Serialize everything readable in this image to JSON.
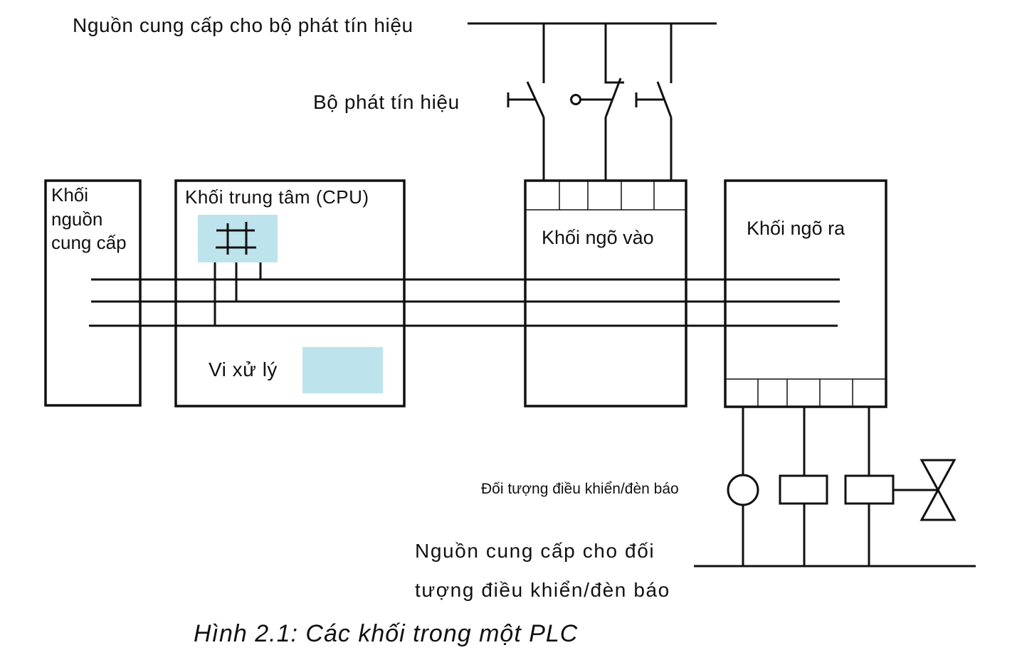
{
  "labels": {
    "signal_supply": "Nguồn cung cấp cho bộ phát tín hiệu",
    "signal_generator": "Bộ phát tín hiệu",
    "power_block": [
      "Khối",
      "nguồn",
      "cung cấp"
    ],
    "cpu_block": "Khối trung tâm (CPU)",
    "processor": "Vi xử lý",
    "input_block": "Khối ngõ vào",
    "output_block": "Khối ngõ ra",
    "controlled_object": "Đối tượng điều khiển/đèn báo",
    "object_supply_line1": "Nguồn cung cấp cho đối",
    "object_supply_line2": "tượng điều khiển/đèn báo",
    "caption": "Hình 2.1: Các khối trong một PLC"
  },
  "colors": {
    "highlight": "#bde3ec",
    "line": "#111111"
  }
}
